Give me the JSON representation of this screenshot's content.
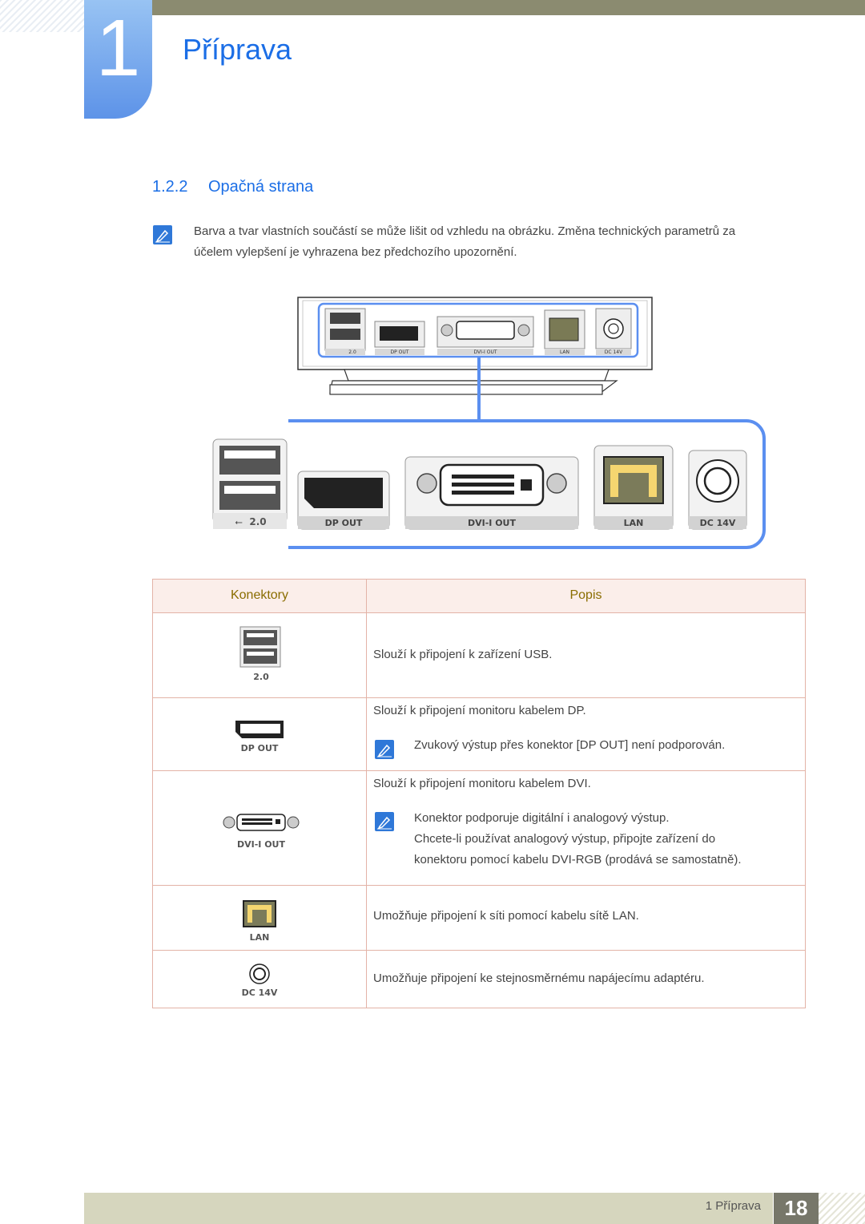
{
  "chapter": {
    "number": "1",
    "title": "Příprava"
  },
  "section": {
    "number": "1.2.2",
    "title": "Opačná strana"
  },
  "intro_note": {
    "icon": "note-icon",
    "lines": [
      "Barva a tvar vlastních součástí se může lišit od vzhledu na obrázku. Změna technických parametrů za",
      "účelem vylepšení je vyhrazena bez předchozího upozornění."
    ]
  },
  "figure": {
    "small_labels": {
      "usb": "2.0",
      "dp": "DP OUT",
      "dvi": "DVI-I OUT",
      "lan": "LAN",
      "dc": "DC 14V"
    },
    "large_labels": {
      "usb": "2.0",
      "dp": "DP OUT",
      "dvi": "DVI-I OUT",
      "lan": "LAN",
      "dc": "DC 14V"
    },
    "accent_color": "#5b8ff0"
  },
  "table": {
    "headers": {
      "connector": "Konektory",
      "description": "Popis"
    },
    "rows": [
      {
        "label": "2.0",
        "text": "Slouží k připojení k zařízení USB."
      },
      {
        "label": "DP OUT",
        "text": "Slouží k připojení monitoru kabelem DP.",
        "note": "Zvukový výstup přes konektor [DP OUT] není podporován."
      },
      {
        "label": "DVI-I OUT",
        "text": "Slouží k připojení monitoru kabelem DVI.",
        "note_lines": [
          "Konektor podporuje digitální i analogový výstup.",
          "Chcete-li používat analogový výstup, připojte zařízení do",
          "konektoru pomocí kabelu DVI-RGB (prodává se samostatně)."
        ]
      },
      {
        "label": "LAN",
        "text": "Umožňuje připojení k síti pomocí kabelu sítě LAN."
      },
      {
        "label": "DC 14V",
        "text": "Umožňuje připojení ke stejnosměrnému napájecímu adaptéru."
      }
    ]
  },
  "footer": {
    "chapter_label": "1 Příprava",
    "page": "18"
  }
}
